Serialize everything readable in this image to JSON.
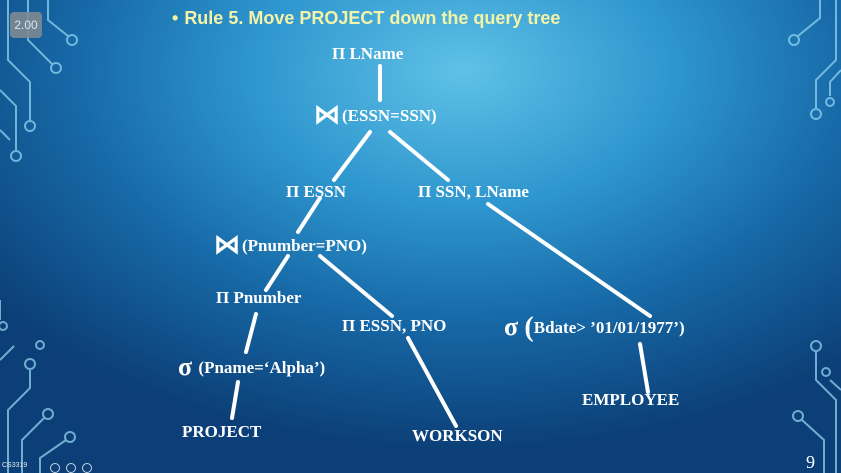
{
  "slide": {
    "title": "Rule 5. Move PROJECT down the query tree",
    "bullet": "•",
    "page_number": "9",
    "course_code": "CS3319",
    "badge_label": "2.00"
  },
  "tree": {
    "root": "Π LName",
    "join1": "(ESSN=SSN)",
    "proj_essn": "Π ESSN",
    "proj_ssn_lname": "Π SSN, LName",
    "join2": "(Pnumber=PNO)",
    "proj_pnumber": "Π Pnumber",
    "proj_essn_pno": "Π ESSN, PNO",
    "select_pname": "(Pname=‘Alpha’)",
    "select_bdate": "Bdate> ’01/01/1977’)",
    "rel_project": "PROJECT",
    "rel_workson": "WORKSON",
    "rel_employee": "EMPLOYEE"
  },
  "symbols": {
    "join": "⋈",
    "select": "σ",
    "paren_open": "("
  }
}
